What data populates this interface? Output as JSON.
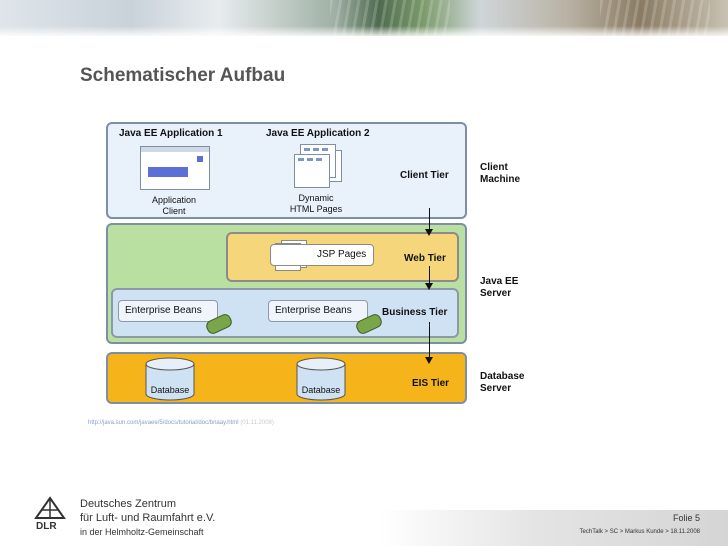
{
  "slide": {
    "title": "Schematischer Aufbau",
    "source_url": "http://java.sun.com/javaee/5/docs/tutorial/doc/bnaay.html",
    "source_date": "(01.11.2008)"
  },
  "diagram": {
    "app1": "Java EE Application 1",
    "app2": "Java EE Application 2",
    "application_client": [
      "Application",
      "Client"
    ],
    "dynamic_pages": [
      "Dynamic",
      "HTML Pages"
    ],
    "jsp_pages": "JSP Pages",
    "enterprise_beans_1": "Enterprise Beans",
    "enterprise_beans_2": "Enterprise Beans",
    "database_1": "Database",
    "database_2": "Database",
    "tiers": {
      "client": "Client Tier",
      "web": "Web Tier",
      "business": "Business Tier",
      "eis": "EIS Tier"
    },
    "machines": {
      "client": [
        "Client",
        "Machine"
      ],
      "server": [
        "Java EE",
        "Server"
      ],
      "db": [
        "Database",
        "Server"
      ]
    },
    "colors": {
      "client_tier": "#e9f1fb",
      "server_group": "#b9e0a0",
      "web_tier": "#f5d67b",
      "business_tier": "#cfe2f3",
      "eis_tier": "#f5b51a"
    }
  },
  "footer": {
    "logo_text": "DLR",
    "org_line1": "Deutsches Zentrum",
    "org_line2": "für Luft- und Raumfahrt e.V.",
    "org_line3": "in der Helmholtz-Gemeinschaft",
    "folie": "Folie 5",
    "meta": "TechTalk > SC > Markus Kunde > 18.11.2008"
  }
}
